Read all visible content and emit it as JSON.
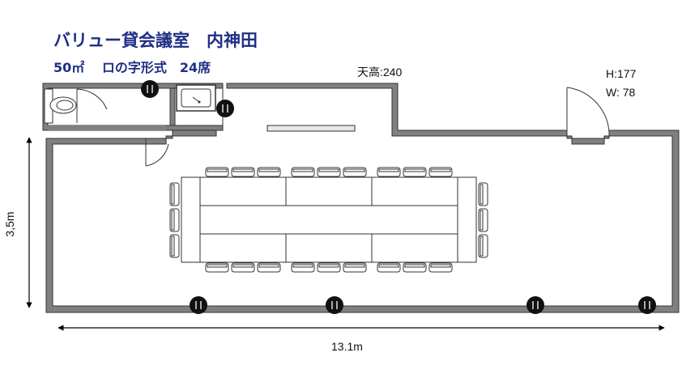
{
  "header": {
    "title": "バリュー貸会議室　内神田",
    "subtitle": "50㎡　 ロの字形式　24席"
  },
  "annotations": {
    "ceiling_height": "天高:240",
    "door_height": "H:177",
    "door_width": "W:  78",
    "depth": "3,5m",
    "width": "13.1m"
  },
  "colors": {
    "title": "#1f2f86",
    "wall": "#777777",
    "outlet": "#111111"
  }
}
